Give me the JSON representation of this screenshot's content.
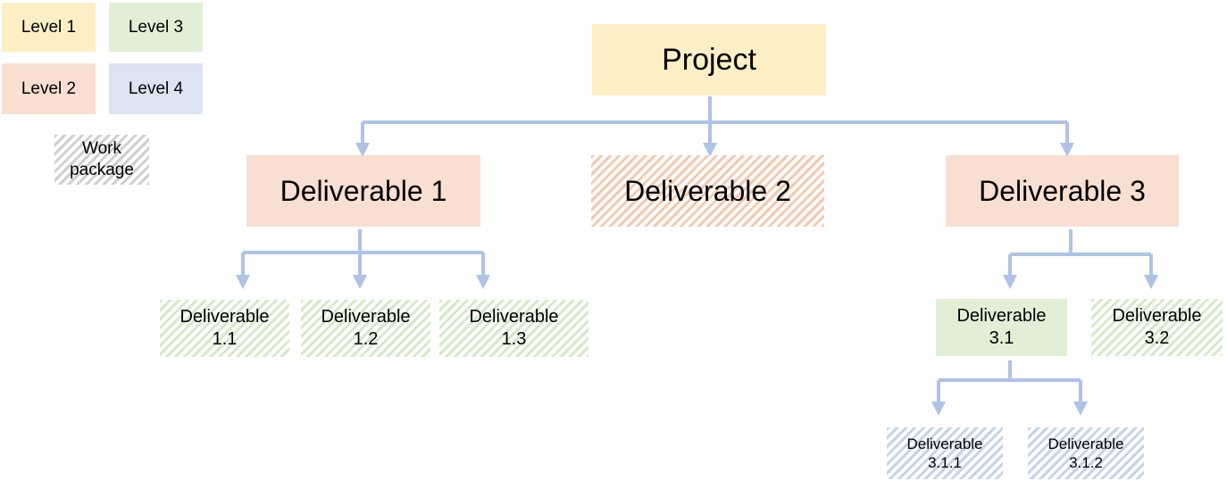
{
  "legend": {
    "level1": "Level 1",
    "level2": "Level 2",
    "level3": "Level 3",
    "level4": "Level 4",
    "work_package": "Work package"
  },
  "nodes": {
    "project": "Project",
    "d1": "Deliverable 1",
    "d2": "Deliverable 2",
    "d3": "Deliverable 3",
    "d1_1": "Deliverable 1.1",
    "d1_2": "Deliverable 1.2",
    "d1_3": "Deliverable 1.3",
    "d3_1": "Deliverable 3.1",
    "d3_2": "Deliverable 3.2",
    "d3_1_1": "Deliverable 3.1.1",
    "d3_1_2": "Deliverable 3.1.2"
  },
  "colors": {
    "connector": "#aec3e6",
    "level1": "#fdefc5",
    "level2": "#f9dfd1",
    "level3": "#e0efd6",
    "level4": "#dce3f3"
  }
}
